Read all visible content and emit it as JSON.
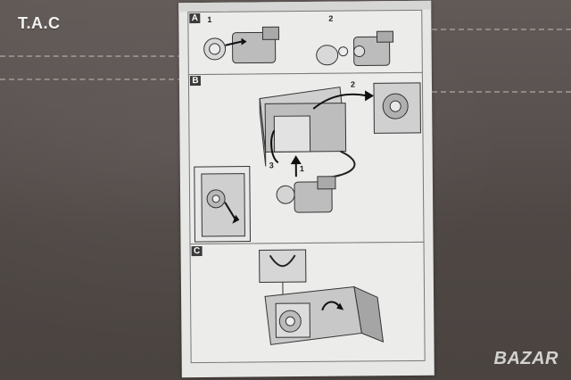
{
  "overlay": {
    "brand": "T.A.C"
  },
  "manual": {
    "sections": [
      {
        "tag": "A",
        "steps": [
          "1",
          "2"
        ]
      },
      {
        "tag": "B",
        "steps": [
          "2",
          "3",
          "1"
        ]
      },
      {
        "tag": "C",
        "steps": []
      }
    ]
  },
  "watermark": {
    "text": "BAZAR"
  }
}
